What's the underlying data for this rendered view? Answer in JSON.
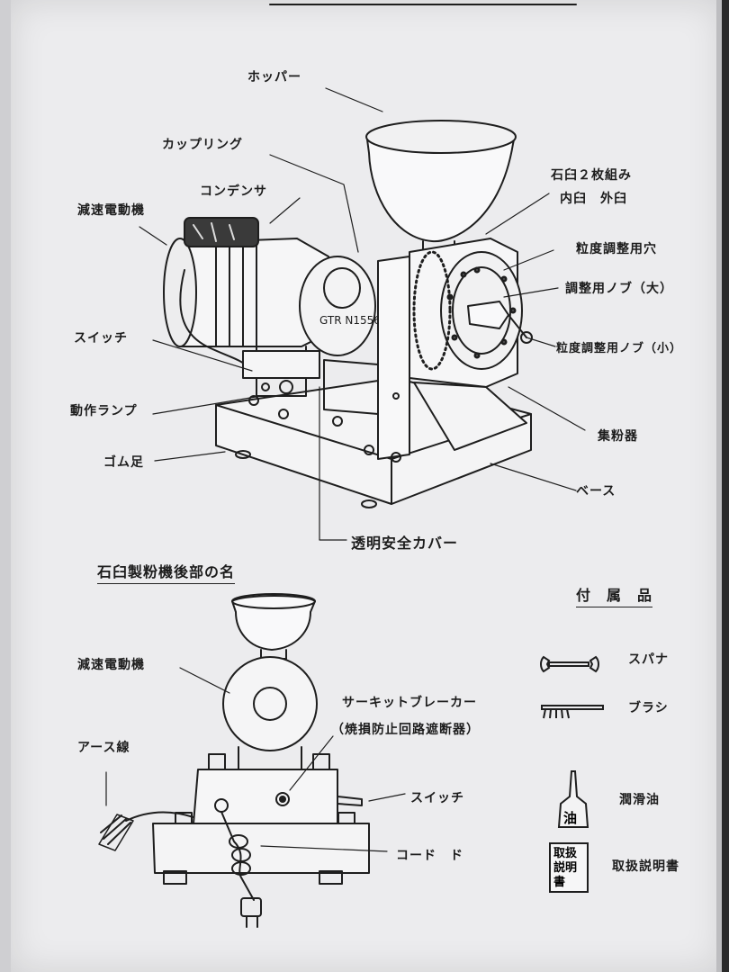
{
  "front": {
    "labels": {
      "hopper": "ホッパー",
      "coupling": "カップリング",
      "condenser": "コンデンサ",
      "gear_motor": "減速電動機",
      "switch": "スイッチ",
      "operation_lamp": "動作ランプ",
      "rubber_feet": "ゴム足",
      "clear_safety_cover": "透明安全カバー",
      "millstone_pair": "石臼２枚組み",
      "inner_outer_stones": "内臼　外臼",
      "grain_adjust_hole": "粒度調整用穴",
      "adjust_knob_large": "調整用ノブ（大）",
      "grain_adjust_knob_small": "粒度調整用ノブ（小）",
      "powder_collector": "集粉器",
      "base": "ベース"
    },
    "stamp_text": "GTR N1556"
  },
  "rear": {
    "title": "石臼製粉機後部の名",
    "labels": {
      "gear_motor": "減速電動機",
      "circuit_breaker": "サーキットブレーカー",
      "circuit_breaker_note": "（焼損防止回路遮断器）",
      "ground_wire": "アース線",
      "switch": "スイッチ",
      "cord": "コード　ド"
    }
  },
  "accessories": {
    "title": "付　属　品",
    "items": [
      {
        "label": "スパナ",
        "icon": "spanner-icon"
      },
      {
        "label": "ブラシ",
        "icon": "brush-icon"
      },
      {
        "label": "潤滑油",
        "icon": "oil-bottle-icon",
        "icon_text": "油"
      },
      {
        "label": "取扱説明書",
        "icon": "manual-icon",
        "icon_text": "取扱説明書"
      }
    ]
  }
}
